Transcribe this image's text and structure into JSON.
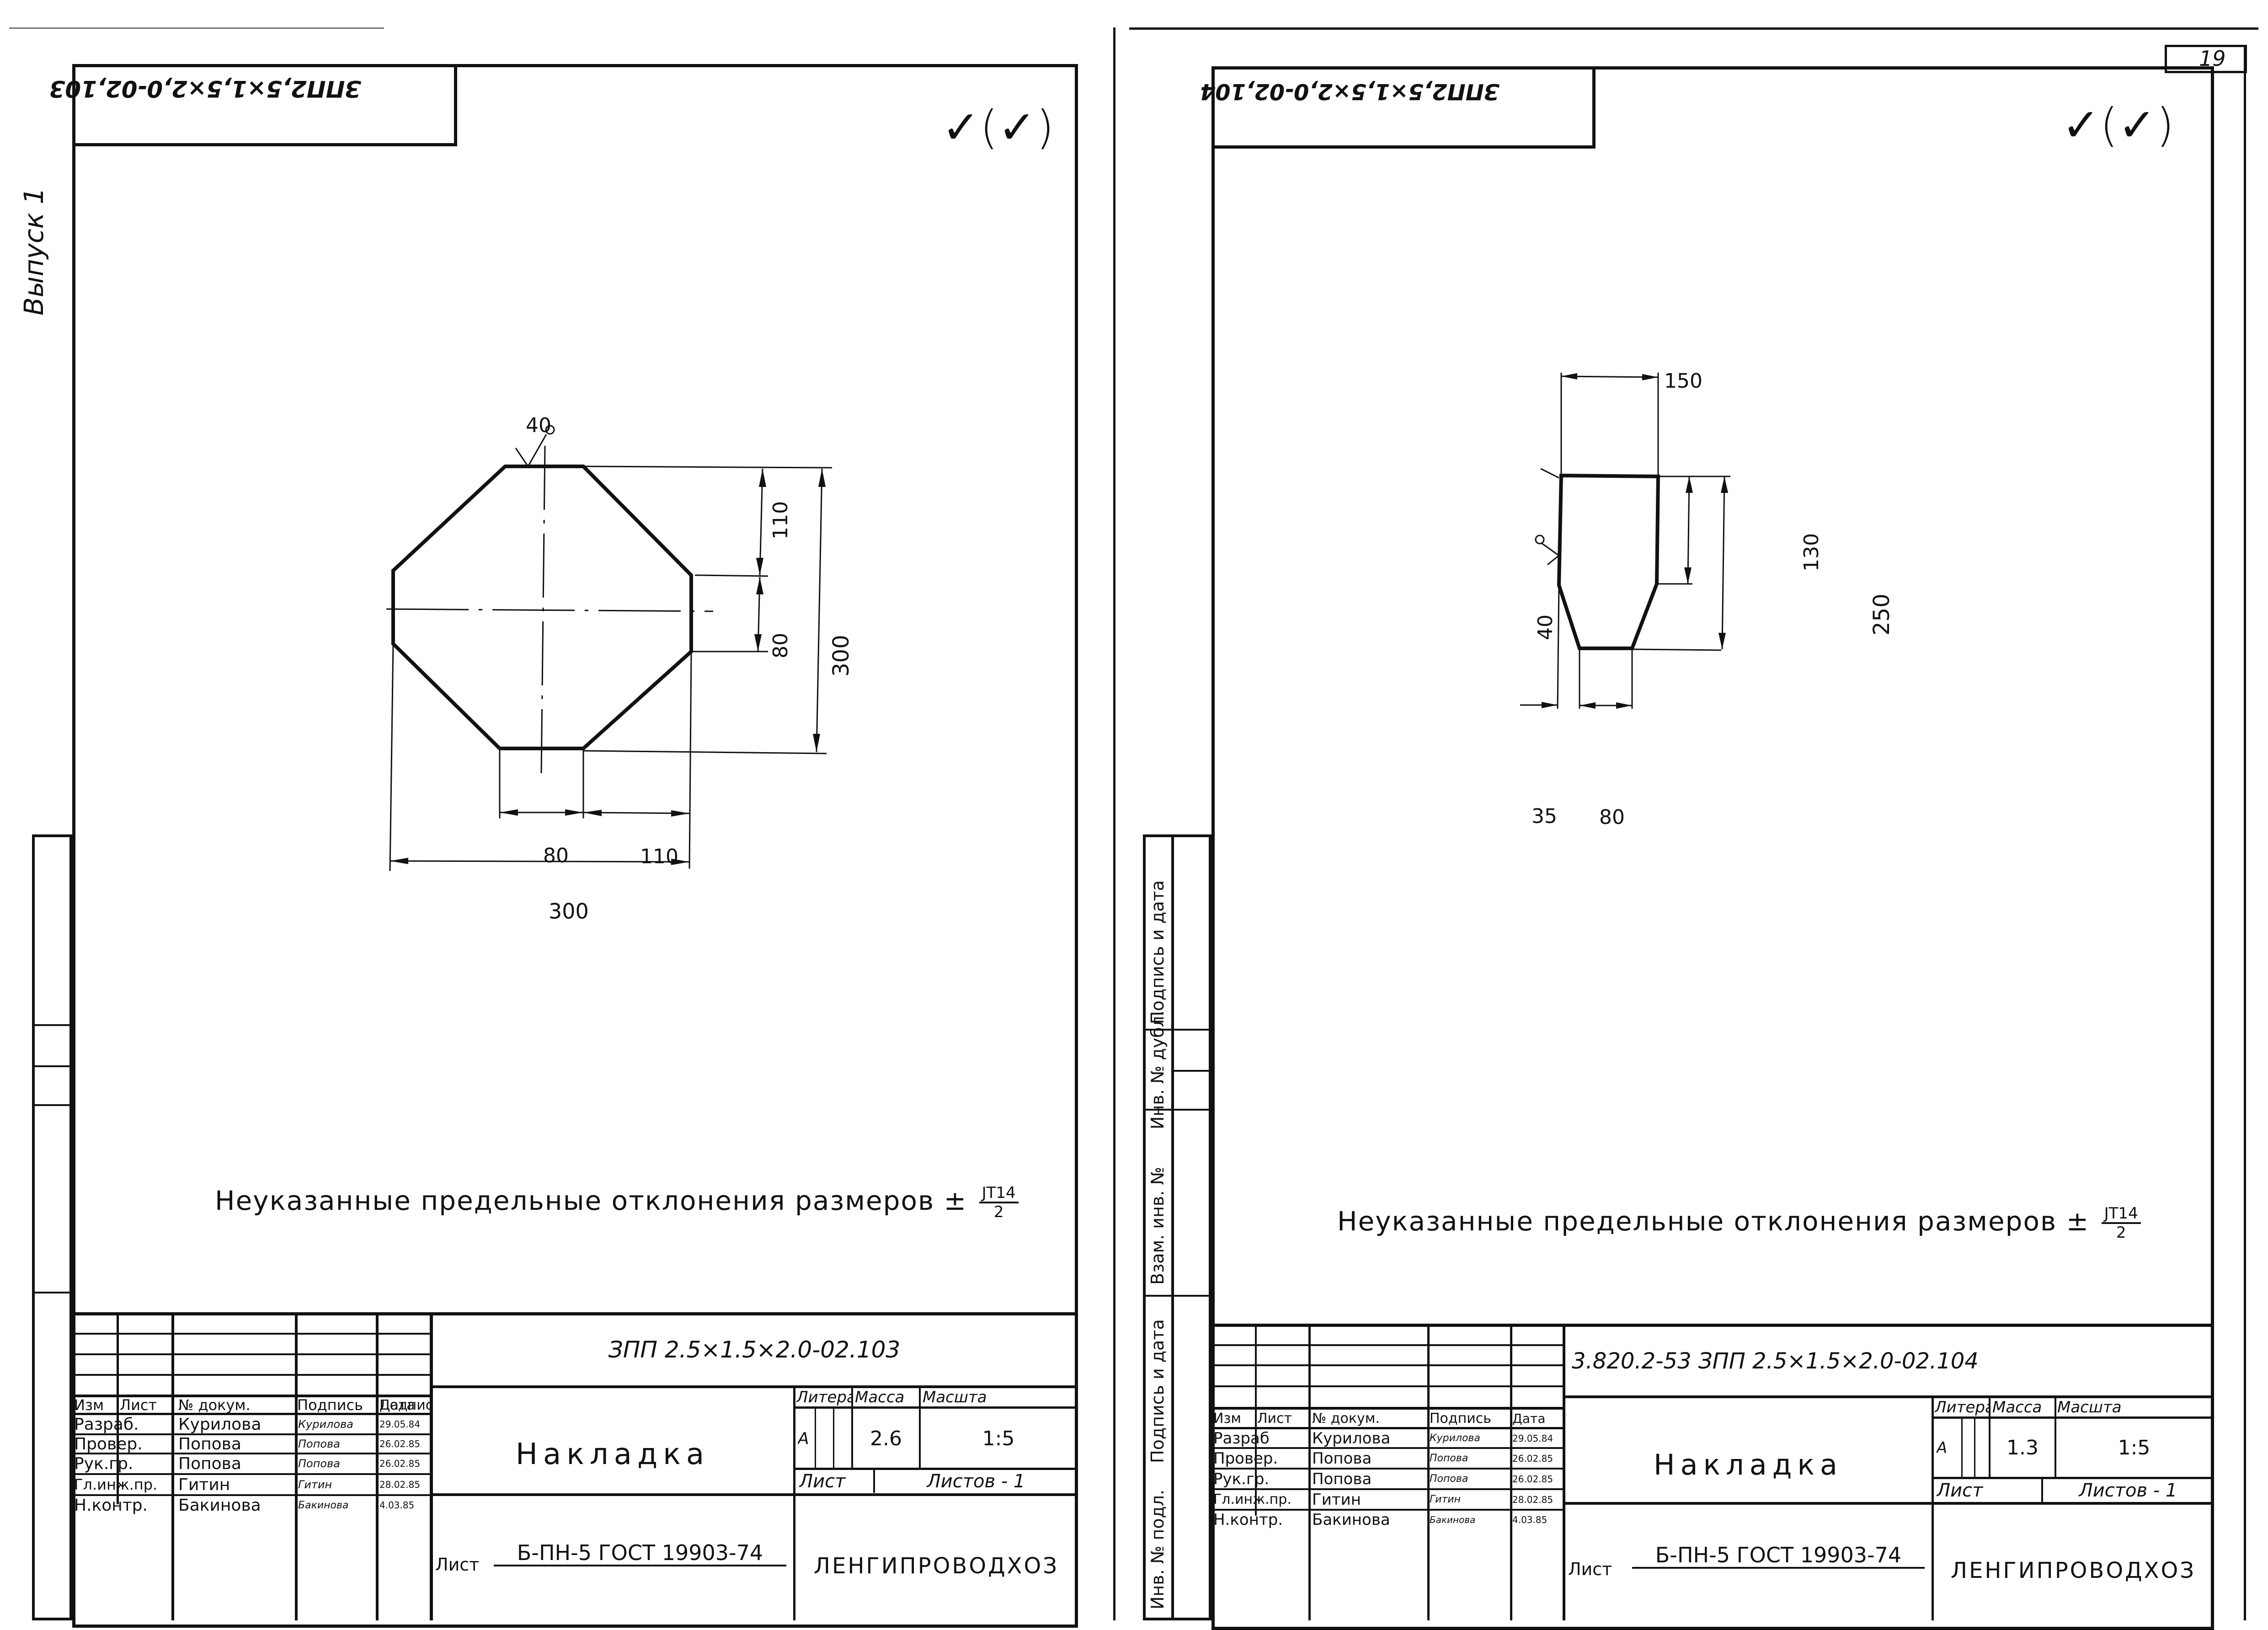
{
  "page": {
    "page_number": "19",
    "margin_label": "Выпуск 1"
  },
  "sheets": [
    {
      "stamp_mirrored": "ЗПП2,5×1,5×2,0-02,103",
      "roughness_mark": "✓(✓)",
      "note": {
        "text": "Неуказанные предельные отклонения размеров ±",
        "fraction_num": "JT14",
        "fraction_den": "2"
      },
      "drawing": {
        "shape": "octagon",
        "roughness_callout": "40",
        "dimensions": {
          "top_right_vertical": "110",
          "middle_right_vertical": "80",
          "overall_height": "300",
          "bottom_flat": "80",
          "bottom_right_offset": "110",
          "overall_width": "300"
        }
      },
      "title_block": {
        "designation": "ЗПП 2.5×1.5×2.0-02.103",
        "name": "Накладка",
        "headers": {
          "izm": "Изм",
          "list": "Лист",
          "doc_no": "№ докум.",
          "signature": "Подпись",
          "date": "Дата"
        },
        "roles": [
          {
            "role": "Разраб.",
            "name": "Курилова",
            "signature": "Курилова",
            "date": "29.05.84"
          },
          {
            "role": "Провер.",
            "name": "Попова",
            "signature": "Попова",
            "date": "26.02.85"
          },
          {
            "role": "Рук.гр.",
            "name": "Попова",
            "signature": "Попова",
            "date": "26.02.85"
          },
          {
            "role": "Гл.инж.пр.",
            "name": "Гитин",
            "signature": "Гитин",
            "date": "28.02.85"
          },
          {
            "role": "Н.контр.",
            "name": "Бакинова",
            "signature": "Бакинова",
            "date": "4.03.85"
          }
        ],
        "litera_label": "Литера",
        "mass_label": "Масса",
        "scale_label": "Масштаб",
        "litera_value": "А",
        "mass_value": "2.6",
        "scale_value": "1:5",
        "sheet_label": "Лист",
        "sheets_label": "Листов - 1",
        "material": "Б-ПН-5 ГОСТ 19903-74",
        "material_prefix": "Лист",
        "organization": "ЛЕНГИПРОВОДХОЗ"
      }
    },
    {
      "stamp_mirrored": "ЗПП2,5×1,5×2,0-02,104",
      "roughness_mark": "✓(✓)",
      "note": {
        "text": "Неуказанные предельные отклонения размеров ±",
        "fraction_num": "JT14",
        "fraction_den": "2"
      },
      "drawing": {
        "shape": "tapered-plate",
        "roughness_callout": "40",
        "dimensions": {
          "top_width": "150",
          "upper_right_vertical": "130",
          "overall_height": "250",
          "left_offset": "35",
          "bottom_flat": "80"
        }
      },
      "side_strip": {
        "labels": [
          "Подпись и дата",
          "Инв. № дубл.",
          "Взам. инв. №",
          "Подпись и дата",
          "Инв. № подл."
        ]
      },
      "title_block": {
        "designation": "3.820.2-53  ЗПП 2.5×1.5×2.0-02.104",
        "name": "Накладка",
        "headers": {
          "izm": "Изм",
          "list": "Лист",
          "doc_no": "№ докум.",
          "signature": "Подпись",
          "date": "Дата"
        },
        "roles": [
          {
            "role": "Разраб",
            "name": "Курилова",
            "signature": "Курилова",
            "date": "29.05.84"
          },
          {
            "role": "Провер.",
            "name": "Попова",
            "signature": "Попова",
            "date": "26.02.85"
          },
          {
            "role": "Рук.гр.",
            "name": "Попова",
            "signature": "Попова",
            "date": "26.02.85"
          },
          {
            "role": "Гл.инж.пр.",
            "name": "Гитин",
            "signature": "Гитин",
            "date": "28.02.85"
          },
          {
            "role": "Н.контр.",
            "name": "Бакинова",
            "signature": "Бакинова",
            "date": "4.03.85"
          }
        ],
        "litera_label": "Литера",
        "mass_label": "Масса",
        "scale_label": "Масштаб",
        "litera_value": "А",
        "mass_value": "1.3",
        "scale_value": "1:5",
        "sheet_label": "Лист",
        "sheets_label": "Листов - 1",
        "material": "Б-ПН-5 ГОСТ 19903-74",
        "material_prefix": "Лист",
        "organization": "ЛЕНГИПРОВОДХОЗ"
      }
    }
  ]
}
